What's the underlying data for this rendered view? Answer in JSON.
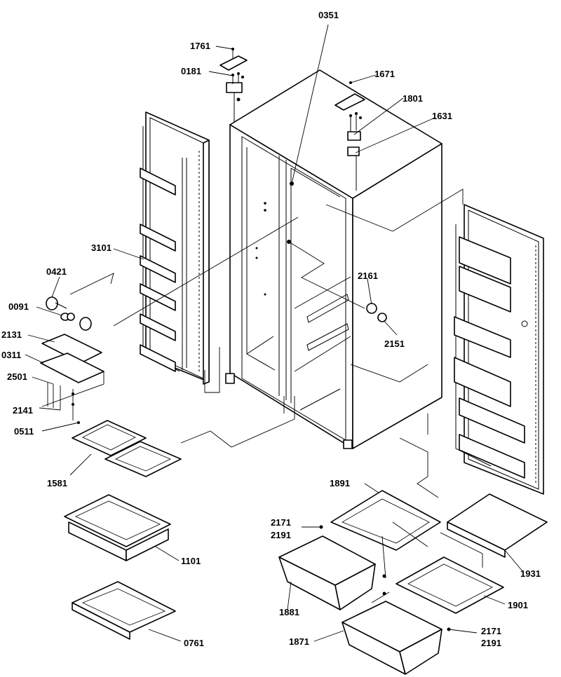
{
  "diagram": {
    "part_labels": {
      "p0351": "0351",
      "p1761": "1761",
      "p0181": "0181",
      "p1671_top": "1671",
      "p1801": "1801",
      "p1631": "1631",
      "p3101": "3101",
      "p0421": "0421",
      "p0091": "0091",
      "p2131": "2131",
      "p0311": "0311",
      "p2501": "2501",
      "p2141": "2141",
      "p0511": "0511",
      "p2161": "2161",
      "p2151": "2151",
      "p1581": "1581",
      "p1101": "1101",
      "p0761": "0761",
      "p1891": "1891",
      "p2171_a": "2171",
      "p2191_a": "2191",
      "p1931": "1931",
      "p1881": "1881",
      "p1901": "1901",
      "p1871": "1871",
      "p2171_b": "2171",
      "p2191_b": "2191"
    }
  }
}
